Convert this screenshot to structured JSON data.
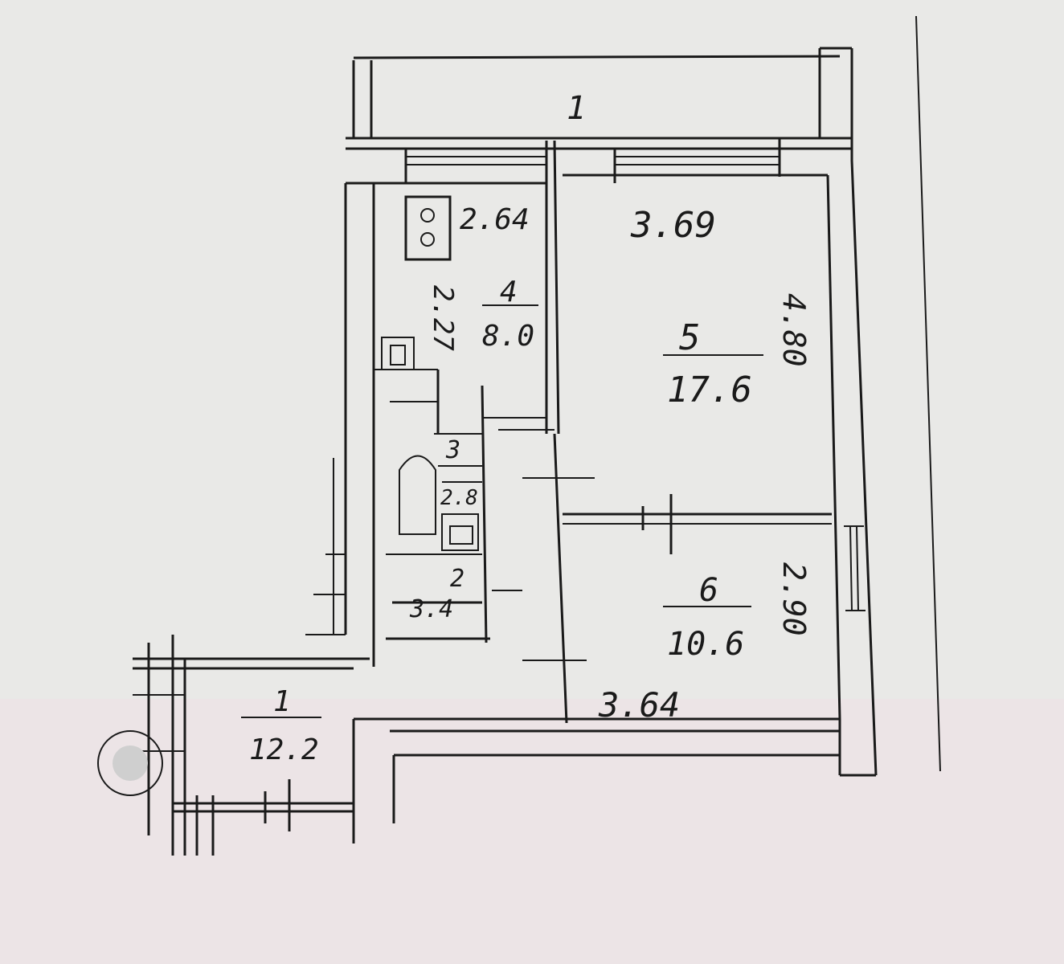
{
  "balcony": {
    "number": "1"
  },
  "dimensions": {
    "kitchen_width": "2.64",
    "room_width": "3.69",
    "room5_depth": "4.80",
    "kitchen_depth": "2.27",
    "room6_depth": "2.90",
    "bottom_width": "3.64"
  },
  "rooms": [
    {
      "number": "4",
      "area": "8.0"
    },
    {
      "number": "5",
      "area": "17.6"
    },
    {
      "number": "3",
      "area": "2.8"
    },
    {
      "number": "2",
      "area": "3.4"
    },
    {
      "number": "6",
      "area": "10.6"
    },
    {
      "number": "1",
      "area": "12.2"
    }
  ],
  "colors": {
    "ink": "#1a1a1a",
    "paper": "#e9e9e7"
  }
}
